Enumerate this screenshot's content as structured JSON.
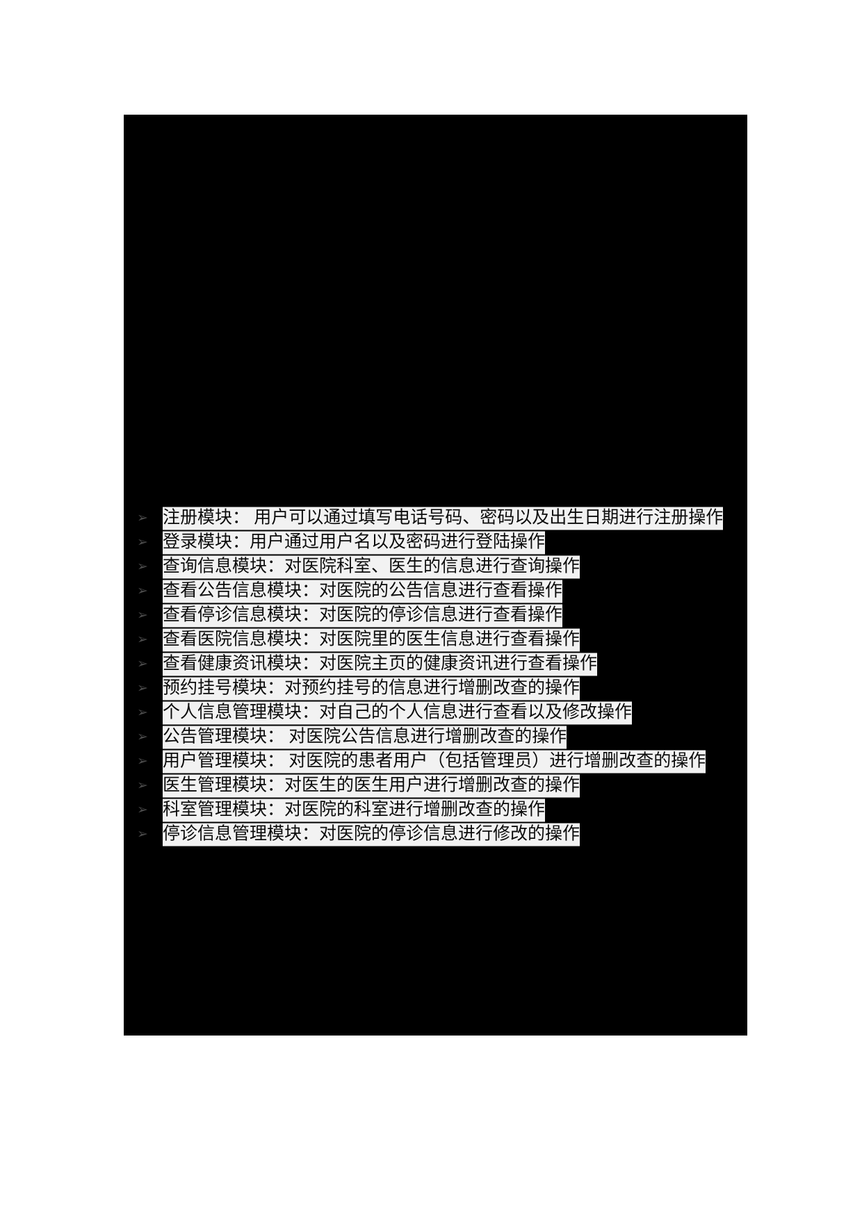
{
  "document": {
    "page_background": "#000000",
    "text_highlight_color": "#f2f2f2",
    "text_color": "#0b0b0b",
    "bullet_color": "#4a4a4a",
    "bullet_glyph": "➢"
  },
  "module_list": {
    "items": [
      {
        "bullet": "➢",
        "text": "注册模块： 用户可以通过填写电话号码、密码以及出生日期进行注册操作"
      },
      {
        "bullet": "➢",
        "text": "登录模块：用户通过用户名以及密码进行登陆操作"
      },
      {
        "bullet": "➢",
        "text": "查询信息模块：对医院科室、医生的信息进行查询操作"
      },
      {
        "bullet": "➢",
        "text": "查看公告信息模块：对医院的公告信息进行查看操作"
      },
      {
        "bullet": "➢",
        "text": "查看停诊信息模块：对医院的停诊信息进行查看操作"
      },
      {
        "bullet": "➢",
        "text": "查看医院信息模块：对医院里的医生信息进行查看操作"
      },
      {
        "bullet": "➢",
        "text": "查看健康资讯模块：对医院主页的健康资讯进行查看操作"
      },
      {
        "bullet": "➢",
        "text": "预约挂号模块：对预约挂号的信息进行增删改查的操作"
      },
      {
        "bullet": "➢",
        "text": "个人信息管理模块：对自己的个人信息进行查看以及修改操作"
      },
      {
        "bullet": "➢",
        "text": "公告管理模块： 对医院公告信息进行增删改查的操作"
      },
      {
        "bullet": "➢",
        "text": "用户管理模块： 对医院的患者用户（包括管理员）进行增删改查的操作"
      },
      {
        "bullet": "➢",
        "text": "医生管理模块：对医生的医生用户进行增删改查的操作"
      },
      {
        "bullet": "➢",
        "text": "科室管理模块：对医院的科室进行增删改查的操作"
      },
      {
        "bullet": "➢",
        "text": "停诊信息管理模块：对医院的停诊信息进行修改的操作"
      }
    ]
  }
}
